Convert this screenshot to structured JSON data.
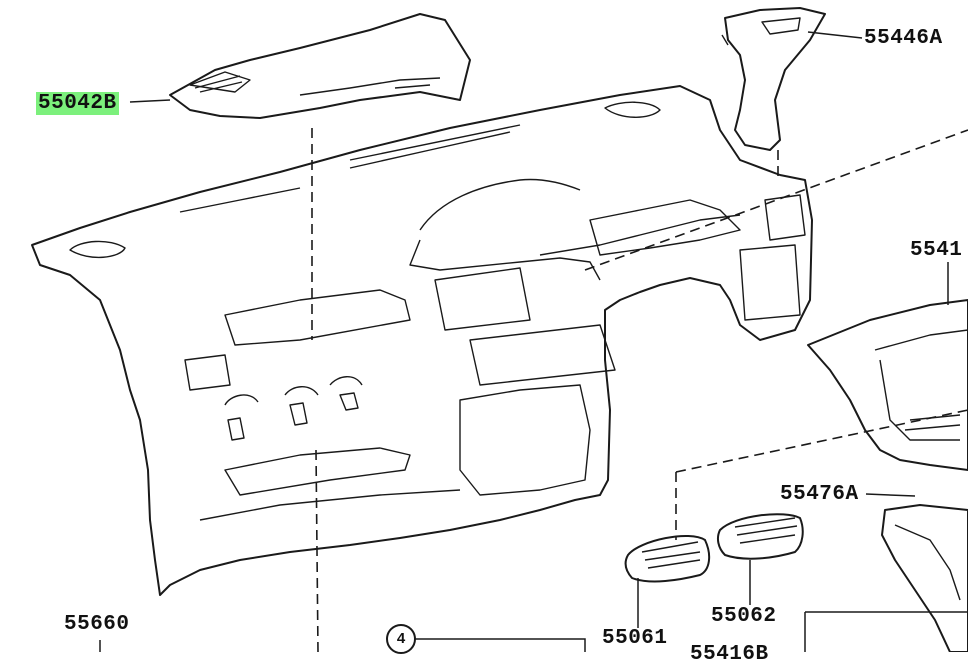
{
  "part_labels": {
    "p55042B": "55042B",
    "p55446A": "55446A",
    "p5541": "5541",
    "p55476A": "55476A",
    "p55062": "55062",
    "p55061": "55061",
    "p55660": "55660",
    "p5541xB": "55416B"
  },
  "callout": {
    "number": "4"
  },
  "highlight_color": "#7CF07C"
}
